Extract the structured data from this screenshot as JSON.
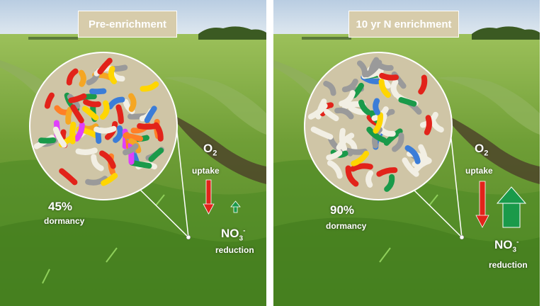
{
  "panels": [
    {
      "title": "Pre-enrichment",
      "dormancy_value": "45%",
      "dormancy_label": "dormancy",
      "o2_symbol": "O",
      "o2_subscript": "2",
      "o2_label": "uptake",
      "no3_symbol": "NO",
      "no3_subscript": "3",
      "no3_superscript": "-",
      "no3_label": "reduction"
    },
    {
      "title": "10 yr N enrichment",
      "dormancy_value": "90%",
      "dormancy_label": "dormancy",
      "o2_symbol": "O",
      "o2_subscript": "2",
      "o2_label": "uptake",
      "no3_symbol": "NO",
      "no3_subscript": "3",
      "no3_superscript": "-",
      "no3_label": "reduction"
    }
  ],
  "colors": {
    "sky": "#c9d7e6",
    "grass_light": "#7fae45",
    "grass_dark": "#3f6e1e",
    "circle_fill": "#cfc5a6",
    "label_box": "#d7ccab",
    "o2_arrow": "#e2231a",
    "no3_arrow": "#1a9a4a",
    "dormant_cell": "#f2efe4",
    "inactive_cell": "#9a9a9a"
  }
}
